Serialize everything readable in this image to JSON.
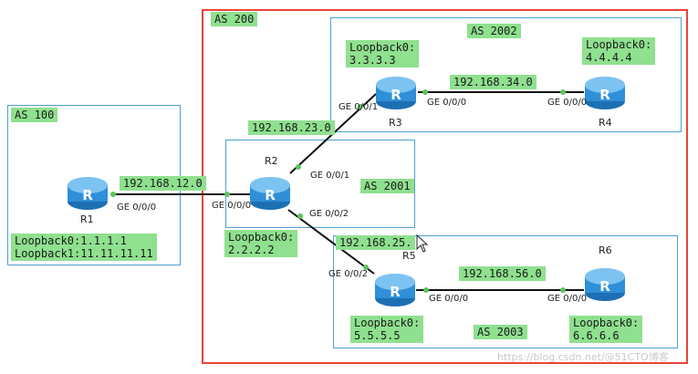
{
  "as": {
    "as100": "AS 100",
    "as200": "AS 200",
    "as2001": "AS 2001",
    "as2002": "AS 2002",
    "as2003": "AS 2003"
  },
  "routers": {
    "r1": "R1",
    "r2": "R2",
    "r3": "R3",
    "r4": "R4",
    "r5": "R5",
    "r6": "R6"
  },
  "networks": {
    "n12": "192.168.12.0",
    "n23": "192.168.23.0",
    "n34": "192.168.34.0",
    "n25": "192.168.25.",
    "n56": "192.168.56.0"
  },
  "loopbacks": {
    "r1": "Loopback0:1.1.1.1\nLoopback1:11.11.11.11",
    "r2": "Loopback0:\n2.2.2.2",
    "r3": "Loopback0:\n3.3.3.3",
    "r4": "Loopback0:\n4.4.4.4",
    "r5": "Loopback0:\n5.5.5.5",
    "r6": "Loopback0:\n6.6.6.6"
  },
  "ports": {
    "r1_ge000": "GE 0/0/0",
    "r2_ge000": "GE 0/0/0",
    "r2_ge001": "GE 0/0/1",
    "r2_ge002": "GE 0/0/2",
    "r3_ge001": "GE 0/0/1",
    "r3_ge000": "GE 0/0/0",
    "r4_ge000": "GE 0/0/0",
    "r5_ge002": "GE 0/0/2",
    "r5_ge000": "GE 0/0/0",
    "r6_ge000": "GE 0/0/0"
  },
  "watermark": "https://blog.csdn.net/@51CTO博客",
  "colors": {
    "as_border": "#4f9fd6",
    "as200_border": "#e8443a",
    "label_bg": "#8fe08f",
    "router": "#2f8fd8",
    "port_dot": "#5cc45c"
  },
  "icons": {
    "router": "router-icon",
    "cursor": "mouse-cursor-icon"
  }
}
